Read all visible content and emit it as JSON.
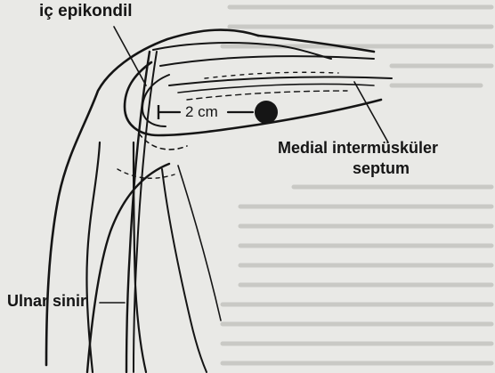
{
  "labels": {
    "medial_epicondyle": "iç epikondil",
    "septum_line1": "Medial intermüsküler",
    "septum_line2": "septum",
    "ulnar_nerve": "Ulnar sinir",
    "distance": "2 cm"
  },
  "colors": {
    "paper": "#e9e9e6",
    "ink": "#151515",
    "faded_text": "#c9c9c5"
  }
}
